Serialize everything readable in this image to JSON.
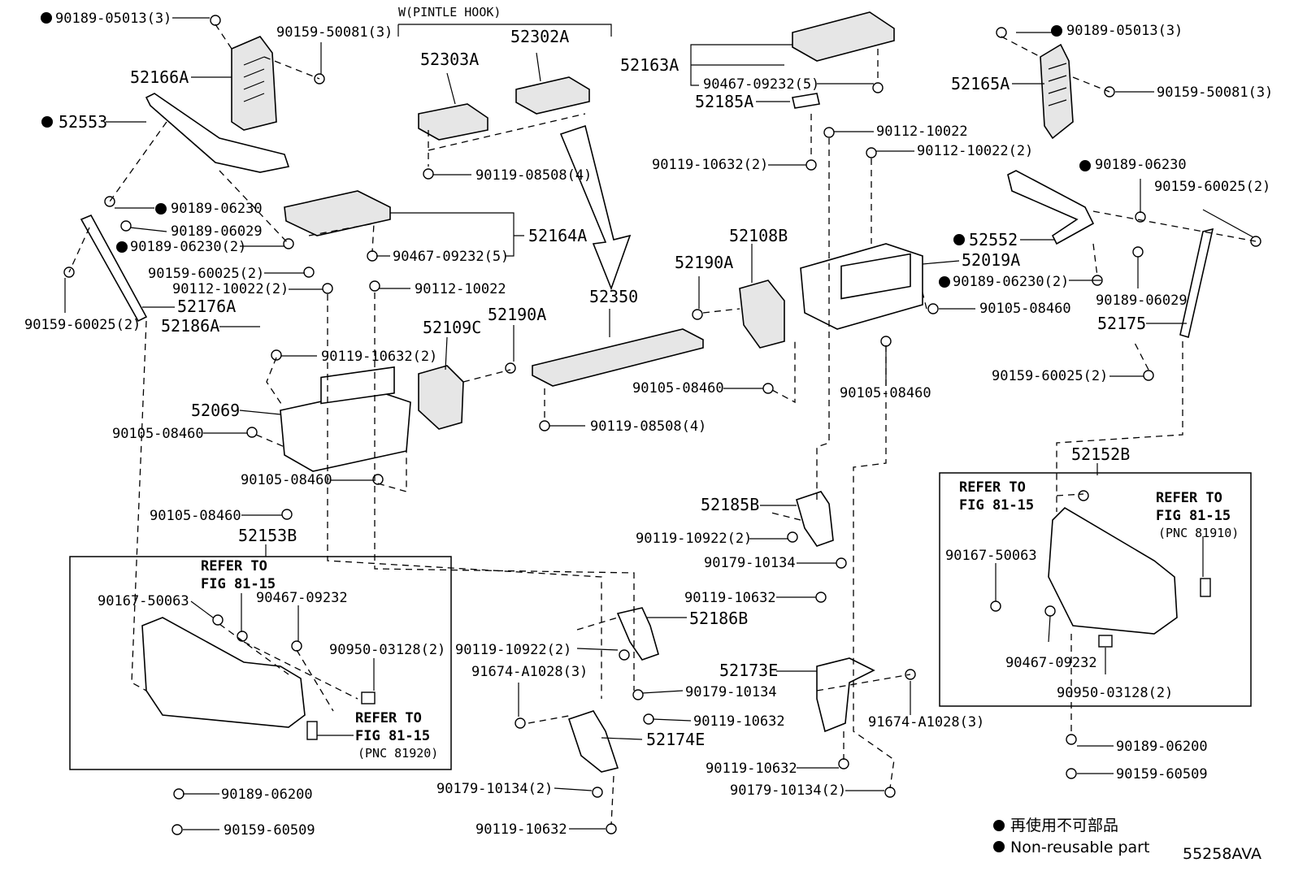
{
  "diagram_code": "55258AVA",
  "group_title": "W(PINTLE HOOK)",
  "labels": {
    "p_90189_05013_l": "90189-05013(3)",
    "p_90159_50081_l": "90159-50081(3)",
    "p_52166A": "52166A",
    "p_52553": "52553",
    "p_90189_06230_a": "90189-06230",
    "p_90189_06029_l": "90189-06029",
    "p_90189_06230_2_l": "90189-06230(2)",
    "p_90159_60025_2_a": "90159-60025(2)",
    "p_90112_10022_2_l": "90112-10022(2)",
    "p_90159_60025_2_b": "90159-60025(2)",
    "p_52176A": "52176A",
    "p_52186A": "52186A",
    "p_90119_10632_2_l": "90119-10632(2)",
    "p_52069": "52069",
    "p_90105_08460_a": "90105-08460",
    "p_90105_08460_b": "90105-08460",
    "p_90105_08460_c": "90105-08460",
    "p_52153B": "52153B",
    "p_90167_50063_l": "90167-50063",
    "p_90467_09232_l": "90467-09232",
    "p_90950_03128_2_l": "90950-03128(2)",
    "p_90189_06200_l": "90189-06200",
    "p_90159_60509_l": "90159-60509",
    "p_52303A": "52303A",
    "p_52302A": "52302A",
    "p_90119_08508_4_a": "90119-08508(4)",
    "p_52164A": "52164A",
    "p_90467_09232_5_a": "90467-09232(5)",
    "p_90112_10022_m": "90112-10022",
    "p_52109C": "52109C",
    "p_52190A_a": "52190A",
    "p_52350": "52350",
    "p_90119_08508_4_b": "90119-08508(4)",
    "p_52186B": "52186B",
    "p_90119_10922_2_a": "90119-10922(2)",
    "p_91674_A1028_3_a": "91674-A1028(3)",
    "p_90179_10134_m": "90179-10134",
    "p_90119_10632_m": "90119-10632",
    "p_52174E": "52174E",
    "p_90179_10134_2_a": "90179-10134(2)",
    "p_90119_10632_bot": "90119-10632",
    "p_52163A": "52163A",
    "p_90467_09232_5_b": "90467-09232(5)",
    "p_52185A": "52185A",
    "p_90112_10022_r": "90112-10022",
    "p_90112_10022_2_r": "90112-10022(2)",
    "p_90119_10632_2_r": "90119-10632(2)",
    "p_52108B": "52108B",
    "p_52190A_b": "52190A",
    "p_52019A": "52019A",
    "p_90189_06230_2_r": "90189-06230(2)",
    "p_90105_08460_d": "90105-08460",
    "p_90105_08460_e": "90105-08460",
    "p_90105_08460_f": "90105-08460",
    "p_52185B": "52185B",
    "p_90119_10922_2_b": "90119-10922(2)",
    "p_90179_10134_r": "90179-10134",
    "p_90119_10632_r": "90119-10632",
    "p_52173E": "52173E",
    "p_91674_A1028_3_b": "91674-A1028(3)",
    "p_90119_10632_r2": "90119-10632",
    "p_90179_10134_2_b": "90179-10134(2)",
    "p_90189_05013_r": "90189-05013(3)",
    "p_52165A": "52165A",
    "p_90159_50081_r": "90159-50081(3)",
    "p_90189_06230_r": "90189-06230",
    "p_90159_60025_2_r": "90159-60025(2)",
    "p_52552": "52552",
    "p_90189_06029_r": "90189-06029",
    "p_52175": "52175",
    "p_90159_60025_2_r2": "90159-60025(2)",
    "p_52152B": "52152B",
    "p_90167_50063_r": "90167-50063",
    "p_90467_09232_r": "90467-09232",
    "p_90950_03128_2_r": "90950-03128(2)",
    "p_90189_06200_r": "90189-06200",
    "p_90159_60509_r": "90159-60509"
  },
  "notes": {
    "refer_left_1": "REFER TO",
    "refer_left_2": "FIG 81-15",
    "refer_left_b1": "REFER TO",
    "refer_left_b2": "FIG 81-15",
    "pnc_left": "(PNC 81920)",
    "refer_right_a1": "REFER TO",
    "refer_right_a2": "FIG 81-15",
    "refer_right_b1": "REFER TO",
    "refer_right_b2": "FIG 81-15",
    "pnc_right": "(PNC 81910)"
  },
  "legend": {
    "jp": "再使用不可部品",
    "en": "Non-reusable part"
  }
}
